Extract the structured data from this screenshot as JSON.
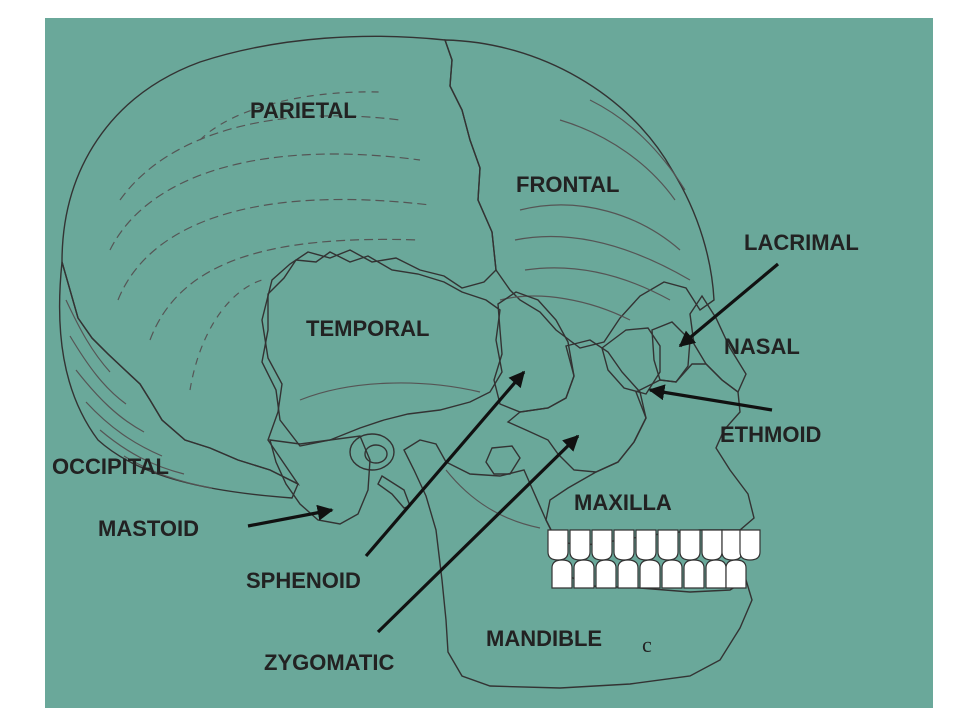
{
  "colors": {
    "background": "#6aa89a",
    "parietal": "#b3bfdc",
    "frontal": "#f4a3a8",
    "temporal": "#e69a58",
    "occipital": "#f2b6d8",
    "sphenoid": "#e05ab9",
    "zygomatic": "#8fe0cf",
    "maxilla": "#a6ea78",
    "mandible": "#6f63c9",
    "nasal": "#f4ec8c",
    "lacrimal": "#e8962c",
    "ethmoid": "#b69286",
    "teeth": "#ffffff"
  },
  "labels": {
    "parietal": "PARIETAL",
    "frontal": "FRONTAL",
    "lacrimal": "LACRIMAL",
    "temporal": "TEMPORAL",
    "nasal": "NASAL",
    "ethmoid": "ETHMOID",
    "occipital": "OCCIPITAL",
    "maxilla": "MAXILLA",
    "mastoid": "MASTOID",
    "sphenoid": "SPHENOID",
    "mandible": "MANDIBLE",
    "zygomatic": "ZYGOMATIC"
  },
  "signature": "c"
}
